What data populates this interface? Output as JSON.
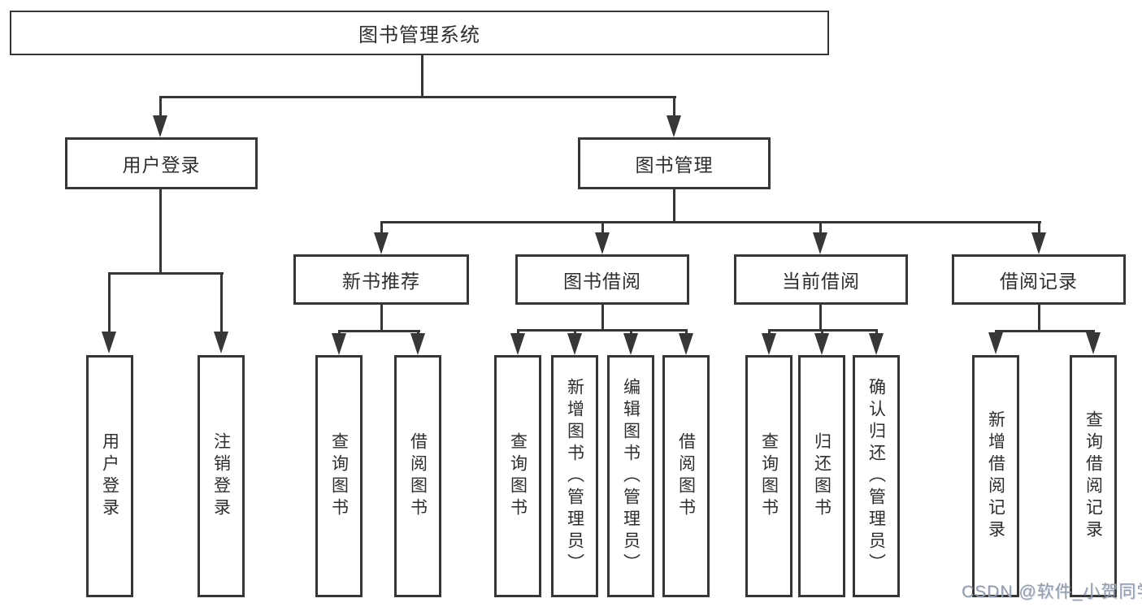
{
  "root": {
    "label": "图书管理系统"
  },
  "branches": [
    {
      "label": "用户登录",
      "leaves": [
        {
          "label": "用户登录"
        },
        {
          "label": "注销登录"
        }
      ]
    },
    {
      "label": "图书管理",
      "groups": [
        {
          "label": "新书推荐",
          "leaves": [
            {
              "label": "查询图书"
            },
            {
              "label": "借阅图书"
            }
          ]
        },
        {
          "label": "图书借阅",
          "leaves": [
            {
              "label": "查询图书"
            },
            {
              "label": "新增图书（管理员）"
            },
            {
              "label": "编辑图书（管理员）"
            },
            {
              "label": "借阅图书"
            }
          ]
        },
        {
          "label": "当前借阅",
          "leaves": [
            {
              "label": "查询图书"
            },
            {
              "label": "归还图书"
            },
            {
              "label": "确认归还（管理员）"
            }
          ]
        },
        {
          "label": "借阅记录",
          "leaves": [
            {
              "label": "新增借阅记录"
            },
            {
              "label": "查询借阅记录"
            }
          ]
        }
      ]
    }
  ],
  "watermark": {
    "text": "CSDN @软件_小贺同学"
  },
  "colors": {
    "line": "#373737",
    "text": "#2e2e2e",
    "watermark": "#979ca4",
    "background": "#ffffff"
  }
}
